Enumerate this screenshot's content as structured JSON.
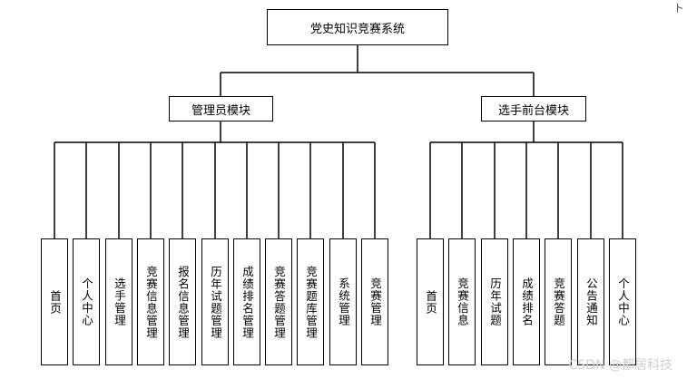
{
  "root": {
    "label": "党史知识竞赛系统"
  },
  "modules": [
    {
      "label": "管理员模块",
      "items": [
        "首页",
        "个人中心",
        "选手管理",
        "竞赛信息管理",
        "报名信息管理",
        "历年试题管理",
        "成绩排名管理",
        "竞赛答题管理",
        "竞赛题库管理",
        "系统管理",
        "竞赛管理"
      ]
    },
    {
      "label": "选手前台模块",
      "items": [
        "首页",
        "竞赛信息",
        "历年试题",
        "成绩排名",
        "竞赛答题",
        "公告通知",
        "个人中心"
      ]
    }
  ],
  "corner_mark": "ト",
  "watermark": "CSDN @都居科技"
}
